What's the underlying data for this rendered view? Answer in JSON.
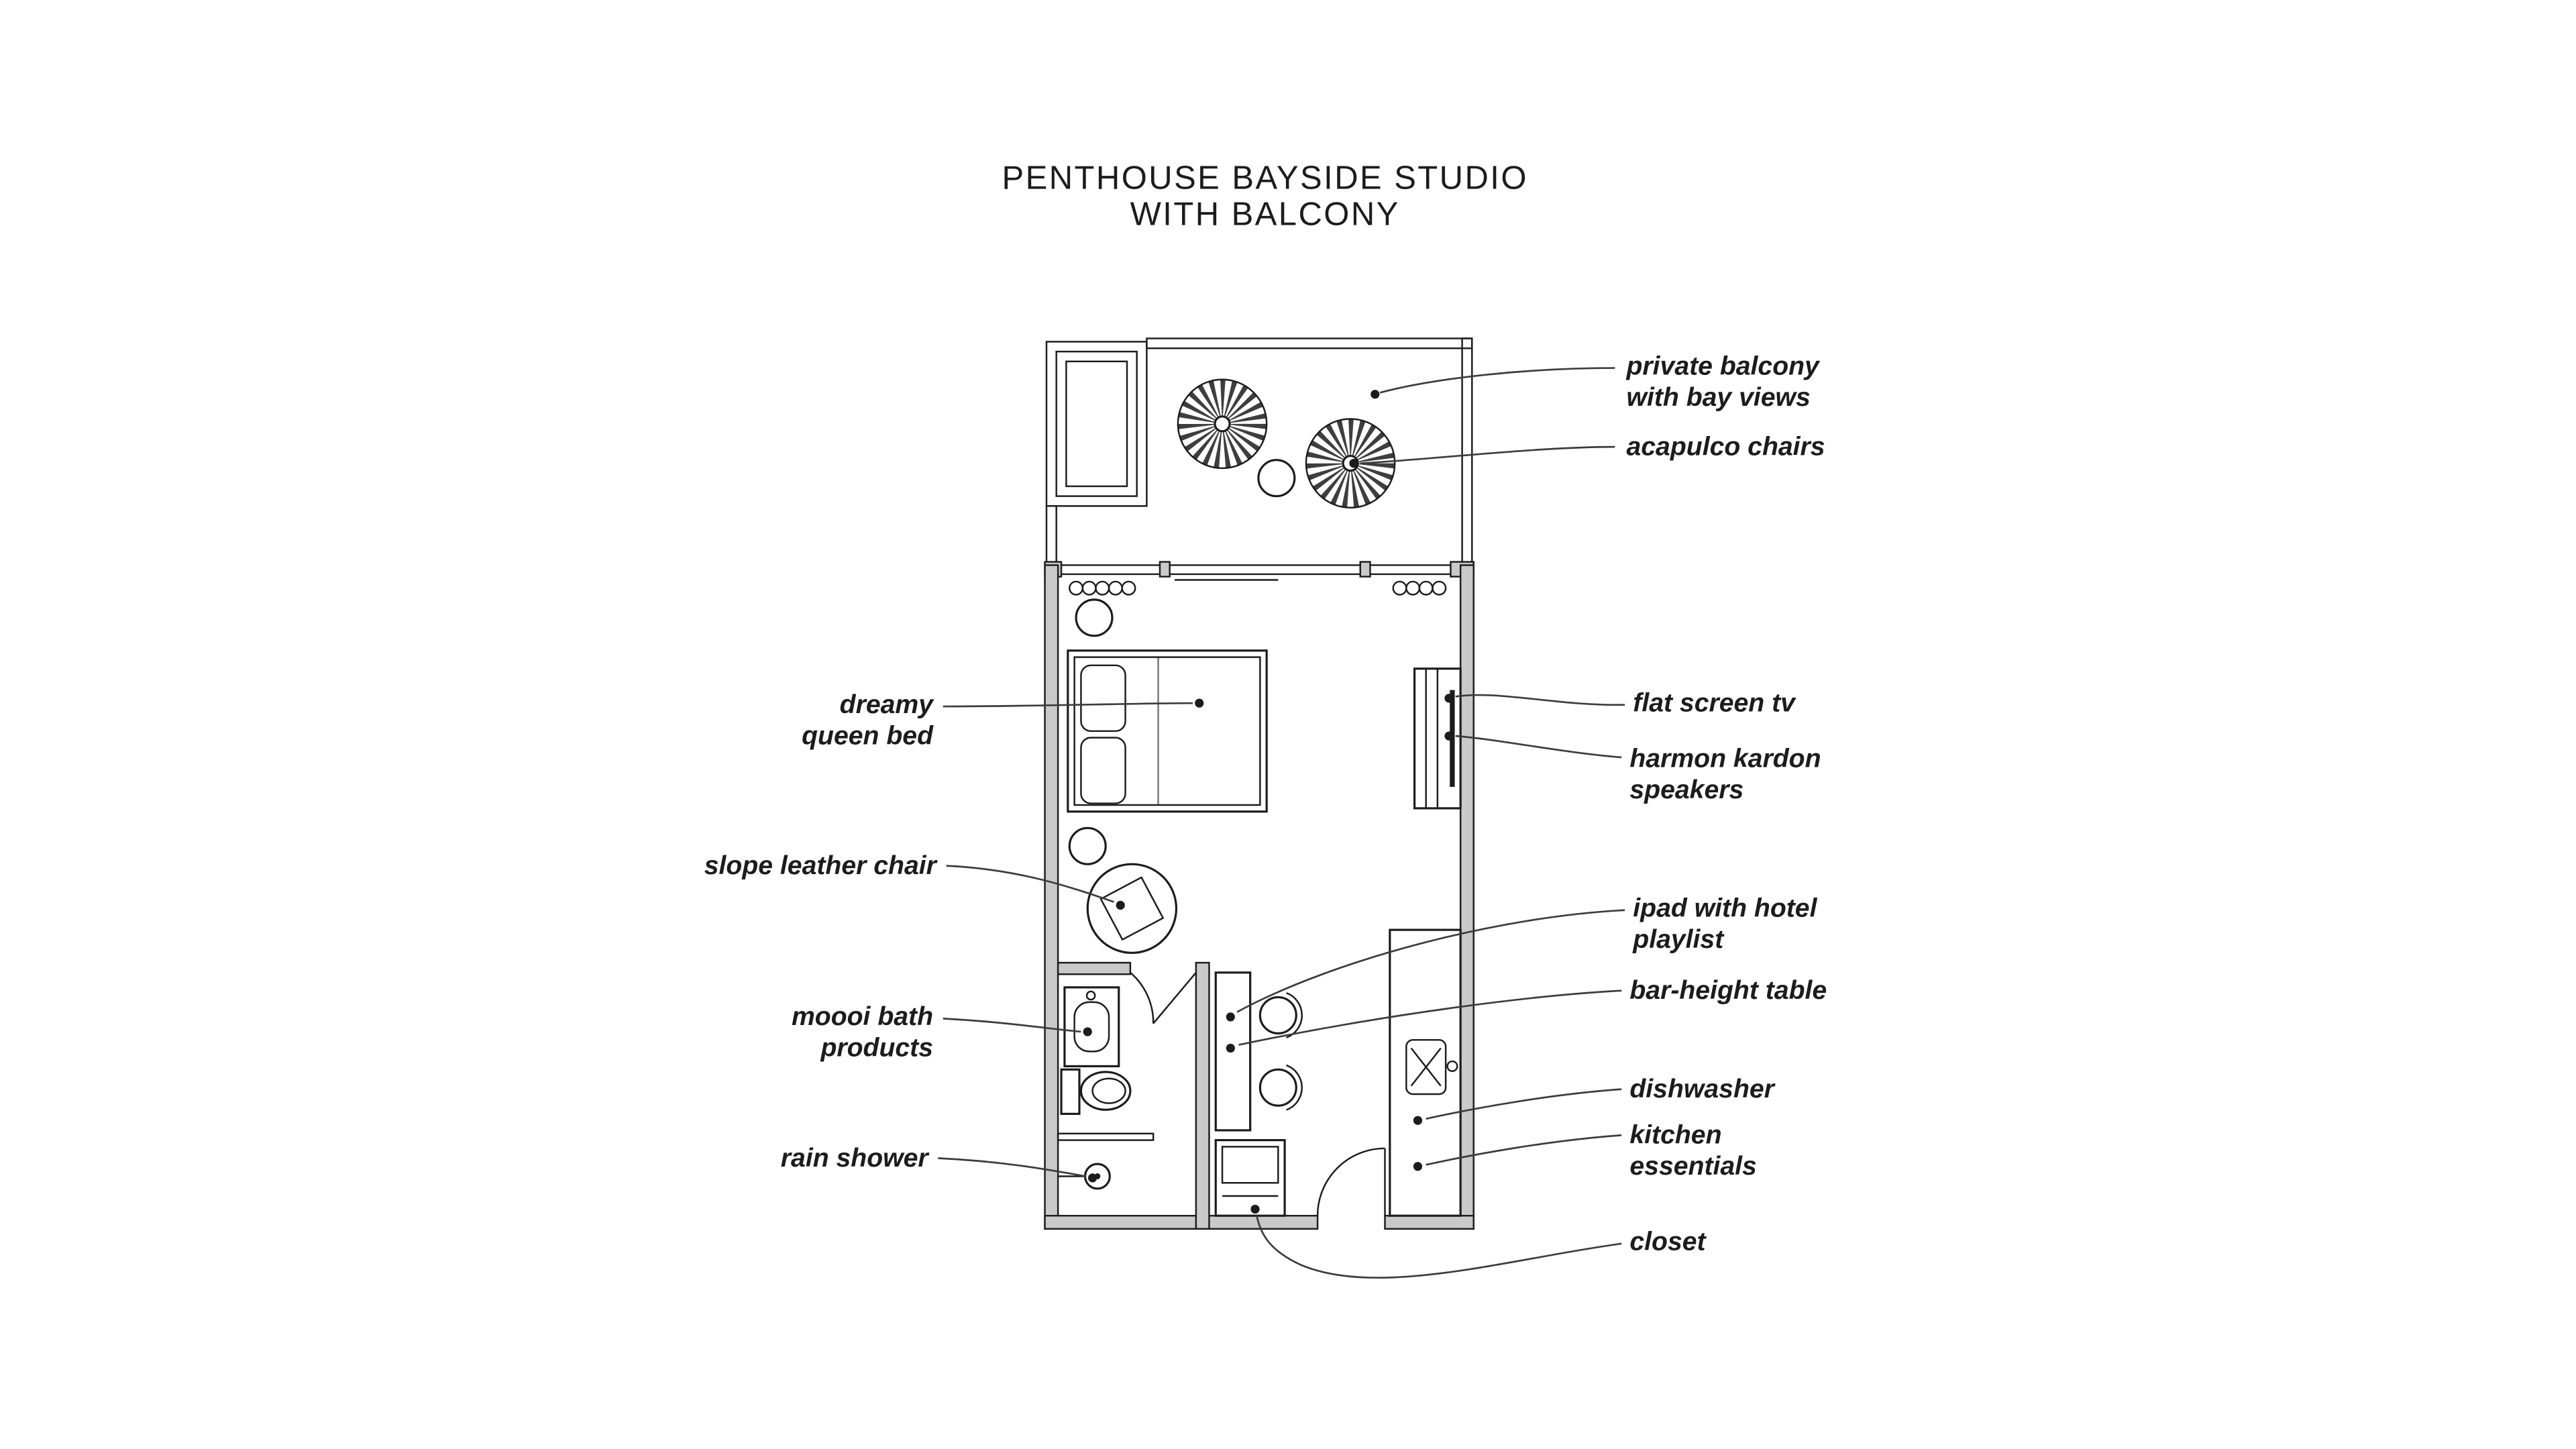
{
  "title": {
    "line1": "PENTHOUSE BAYSIDE STUDIO",
    "line2": "WITH BALCONY"
  },
  "labels": {
    "private_balcony": {
      "line1": "private balcony",
      "line2": "with bay views"
    },
    "acapulco_chairs": {
      "text": "acapulco chairs"
    },
    "flat_screen_tv": {
      "text": "flat screen tv"
    },
    "harmon_kardon_speakers": {
      "line1": "harmon kardon",
      "line2": "speakers"
    },
    "ipad_with_hotel_playlist": {
      "line1": "ipad with hotel",
      "line2": "playlist"
    },
    "bar_height_table": {
      "text": "bar-height table"
    },
    "dishwasher": {
      "text": "dishwasher"
    },
    "kitchen_essentials": {
      "line1": "kitchen",
      "line2": "essentials"
    },
    "closet": {
      "text": "closet"
    },
    "dreamy_queen_bed": {
      "line1": "dreamy",
      "line2": "queen bed"
    },
    "slope_leather_chair": {
      "text": "slope leather chair"
    },
    "moooi_bath_products": {
      "line1": "moooi bath",
      "line2": "products"
    },
    "rain_shower": {
      "text": "rain shower"
    }
  },
  "colors": {
    "background": "#ffffff",
    "line": "#1c1c1c",
    "wall_fill": "#c9c9c9",
    "leader": "#3c3c3c"
  }
}
